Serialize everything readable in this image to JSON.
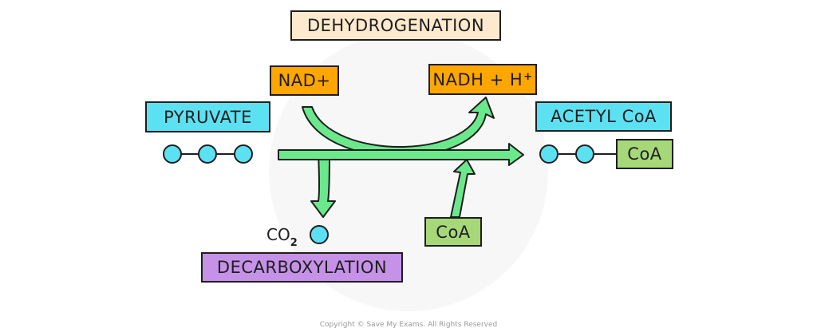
{
  "colors": {
    "pyruvate_fill": "#5ce1f2",
    "acetyl_fill": "#5ce1f2",
    "circle_fill": "#5ce1f2",
    "nad_fill": "#ffa600",
    "dehydrogenation_fill": "#fde9cd",
    "decarboxylation_fill": "#c692e8",
    "coa_fill": "#a6d87a",
    "arrow_fill": "#6be88c",
    "outline": "#1e1e1e"
  },
  "labels": {
    "dehydrogenation": "DEHYDROGENATION",
    "nad_plus": "NAD+",
    "nadh": "NADH + H",
    "nadh_superscript": "+",
    "pyruvate": "PYRUVATE",
    "acetyl_coa": "ACETYL CoA",
    "acetyl_coa_tag": "CoA",
    "co2": "CO",
    "co2_subscript": "2",
    "coa_input": "CoA",
    "decarboxylation": "DECARBOXYLATION"
  },
  "footer": {
    "copyright": "Copyright © Save My Exams. All Rights Reserved"
  }
}
